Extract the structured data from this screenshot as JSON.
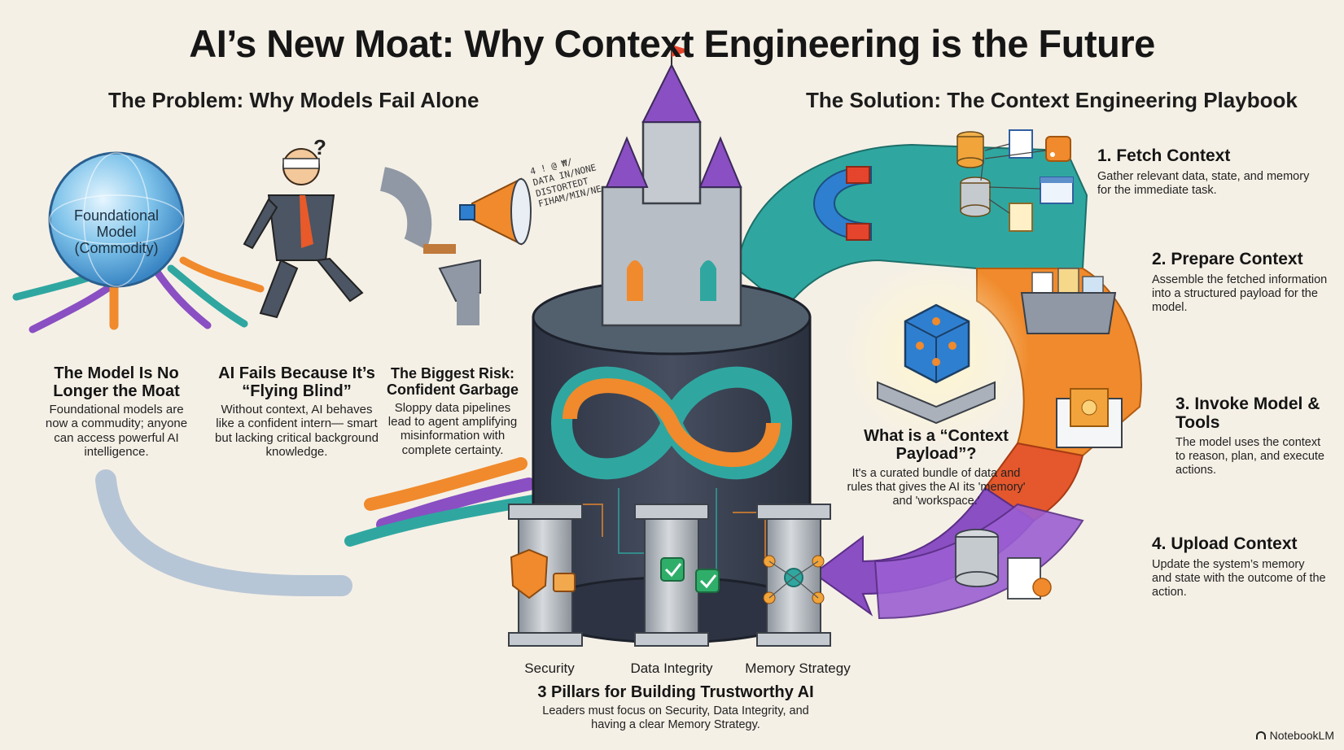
{
  "title": "AI’s New Moat: Why Context Engineering is the Future",
  "problem": {
    "heading": "The Problem: Why Models Fail Alone",
    "globe_label": "Foundational\nModel\n(Commodity)",
    "items": [
      {
        "title": "The Model Is No Longer the Moat",
        "text": "Foundational models are now a commudity; anyone can access powerful AI intelligence."
      },
      {
        "title": "AI Fails Because It’s “Flying Blind”",
        "text": "Without context, AI behaves like a confident intern— smart but lacking critical background knowledge."
      },
      {
        "title": "The Biggest Risk: Confident Garbage",
        "text": "Sloppy data pipelines lead to agent amplifying misinformation with complete certainty."
      }
    ],
    "scribble_lines": [
      "4 ! @ ₩/",
      "DATA IN/NONE",
      "DISTORTEDT",
      "FIHAM/MIN/NE"
    ]
  },
  "solution": {
    "heading": "The Solution: The Context Engineering Playbook",
    "steps": [
      {
        "title": "1. Fetch Context",
        "text": "Gather relevant data, state, and memory for the immediate task."
      },
      {
        "title": "2. Prepare Context",
        "text": "Assemble the fetched information into a structured payload for the model."
      },
      {
        "title": "3. Invoke Model & Tools",
        "text": "The model uses the context to reason, plan, and execute actions."
      },
      {
        "title": "4. Upload Context",
        "text": "Update the system’s memory and state with the outcome of the action."
      }
    ],
    "payload": {
      "title": "What is a “Context Payload”?",
      "text": "It's a curated bundle of data and rules that gives the AI its 'memory' and 'workspace.'"
    }
  },
  "pillars": {
    "labels": [
      "Security",
      "Data Integrity",
      "Memory Strategy"
    ],
    "title": "3 Pillars for Building Trustworthy AI",
    "text": "Leaders must focus on Security, Data Integrity, and having a clear Memory Strategy."
  },
  "brand": "NotebookLM",
  "colors": {
    "teal": "#2fa7a0",
    "orange": "#f08a2c",
    "purple": "#8a4fc2",
    "blue": "#2f7fd0",
    "stone": "#9aa0a8",
    "background": "#f5f0e6"
  },
  "icons": [
    "globe-icon",
    "blindfolded-man-icon",
    "broken-pipe-icon",
    "megaphone-icon",
    "castle-icon",
    "magnet-icon",
    "database-icon",
    "document-icon",
    "rss-icon",
    "browser-window-icon",
    "file-box-icon",
    "chip-cube-icon",
    "lock-shield-icon",
    "checkmark-icon",
    "network-node-icon"
  ]
}
